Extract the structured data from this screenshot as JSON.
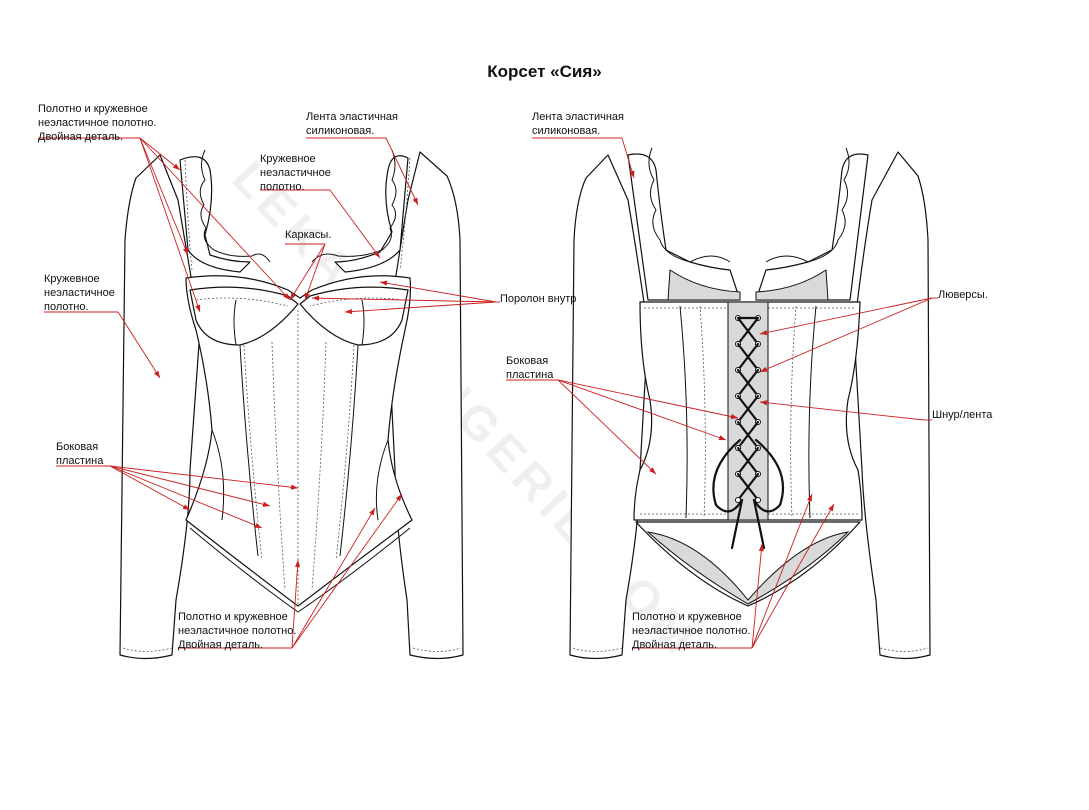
{
  "title": "Корсет «Сия»",
  "watermark": "LEKALOLINGERIE.COM",
  "colors": {
    "annotation_line": "#cc1f1f",
    "outline": "#111111",
    "fill_grey": "#d9d9d9"
  },
  "labels": {
    "front_fabric_lace_top": [
      "Полотно и кружевное",
      "неэластичное полотно.",
      "Двойная деталь."
    ],
    "front_elastic_tape": [
      "Лента эластичная",
      "силиконовая."
    ],
    "front_lace_cup": [
      "Кружевное",
      "неэластичное",
      "полотно."
    ],
    "front_wires": [
      "Каркасы."
    ],
    "front_lace_sleeve": [
      "Кружевное",
      "неэластичное",
      "полотно."
    ],
    "foam": [
      "Поролон внутр"
    ],
    "front_side_panel": [
      "Боковая",
      "пластина"
    ],
    "front_fabric_lace_bottom": [
      "Полотно и кружевное",
      "неэластичное полотно.",
      "Двойная деталь."
    ],
    "back_elastic_tape": [
      "Лента эластичная",
      "силиконовая."
    ],
    "eyelets": [
      "Люверсы."
    ],
    "back_side_panel": [
      "Боковая",
      "пластина"
    ],
    "lace_cord": [
      "Шнур/лента"
    ],
    "back_fabric_lace_bottom": [
      "Полотно и кружевное",
      "неэластичное полотно.",
      "Двойная деталь."
    ]
  }
}
